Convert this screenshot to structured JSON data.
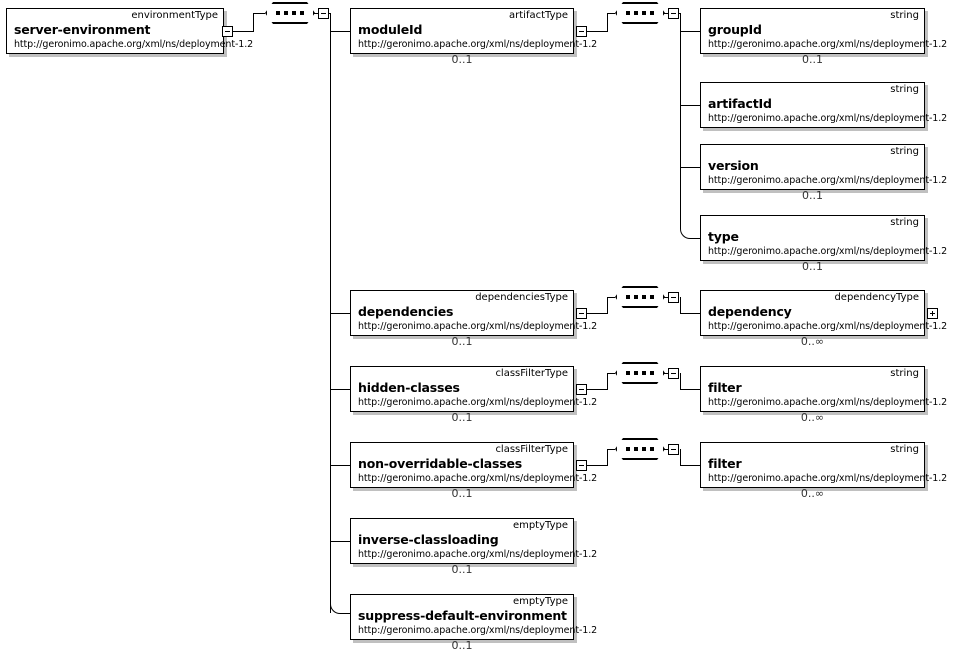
{
  "diagram": {
    "title": "server-environment XML schema diagram",
    "namespace": "http://geronimo.apache.org/xml/ns/deployment-1.2",
    "cardinality_optional": "0..1",
    "cardinality_unbounded": "0..∞"
  },
  "nodes": {
    "server_environment": {
      "name": "server-environment",
      "type": "environmentType",
      "ns": "http://geronimo.apache.org/xml/ns/deployment-1.2",
      "cardinality": ""
    },
    "module_id": {
      "name": "moduleId",
      "type": "artifactType",
      "ns": "http://geronimo.apache.org/xml/ns/deployment-1.2",
      "cardinality": "0..1"
    },
    "group_id": {
      "name": "groupId",
      "type": "string",
      "ns": "http://geronimo.apache.org/xml/ns/deployment-1.2",
      "cardinality": "0..1"
    },
    "artifact_id": {
      "name": "artifactId",
      "type": "string",
      "ns": "http://geronimo.apache.org/xml/ns/deployment-1.2",
      "cardinality": ""
    },
    "version": {
      "name": "version",
      "type": "string",
      "ns": "http://geronimo.apache.org/xml/ns/deployment-1.2",
      "cardinality": "0..1"
    },
    "type": {
      "name": "type",
      "type": "string",
      "ns": "http://geronimo.apache.org/xml/ns/deployment-1.2",
      "cardinality": "0..1"
    },
    "dependencies": {
      "name": "dependencies",
      "type": "dependenciesType",
      "ns": "http://geronimo.apache.org/xml/ns/deployment-1.2",
      "cardinality": "0..1"
    },
    "dependency": {
      "name": "dependency",
      "type": "dependencyType",
      "ns": "http://geronimo.apache.org/xml/ns/deployment-1.2",
      "cardinality": "0..∞"
    },
    "hidden_classes": {
      "name": "hidden-classes",
      "type": "classFilterType",
      "ns": "http://geronimo.apache.org/xml/ns/deployment-1.2",
      "cardinality": "0..1"
    },
    "hidden_filter": {
      "name": "filter",
      "type": "string",
      "ns": "http://geronimo.apache.org/xml/ns/deployment-1.2",
      "cardinality": "0..∞"
    },
    "non_overridable_classes": {
      "name": "non-overridable-classes",
      "type": "classFilterType",
      "ns": "http://geronimo.apache.org/xml/ns/deployment-1.2",
      "cardinality": "0..1"
    },
    "non_overridable_filter": {
      "name": "filter",
      "type": "string",
      "ns": "http://geronimo.apache.org/xml/ns/deployment-1.2",
      "cardinality": "0..∞"
    },
    "inverse_classloading": {
      "name": "inverse-classloading",
      "type": "emptyType",
      "ns": "http://geronimo.apache.org/xml/ns/deployment-1.2",
      "cardinality": "0..1"
    },
    "suppress_default_environment": {
      "name": "suppress-default-environment",
      "type": "emptyType",
      "ns": "http://geronimo.apache.org/xml/ns/deployment-1.2",
      "cardinality": "0..1"
    }
  },
  "colors": {
    "line": "#000000",
    "box_border": "#000000",
    "box_fill": "#ffffff",
    "shadow": "#c0c0c0",
    "cardinality_text": "#333333"
  }
}
